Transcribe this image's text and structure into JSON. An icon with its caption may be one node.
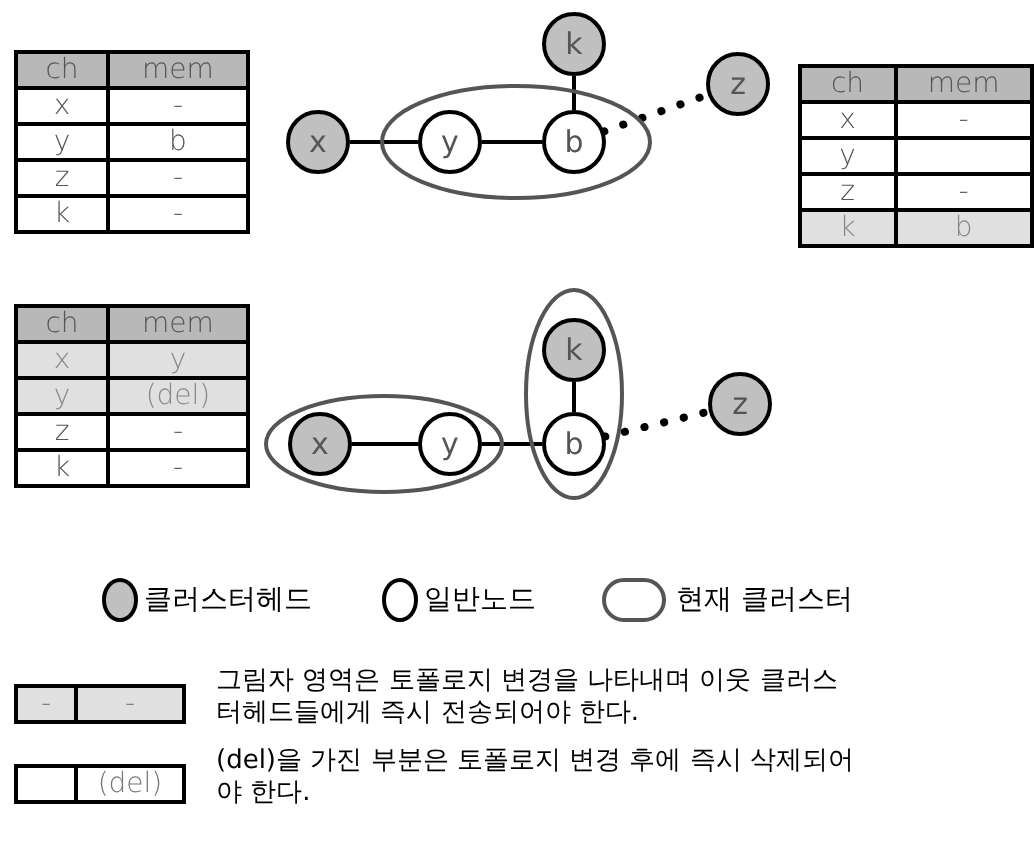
{
  "diagram": {
    "nodes": [
      {
        "text": [],
        "shape": "ellipse"
      },
      {
        "text": [
          "x"
        ]
      },
      {
        "text": [
          "y"
        ],
        "in": 0
      },
      {
        "text": [
          "b"
        ],
        "in": 0
      },
      {
        "text": [
          "k"
        ]
      },
      {
        "text": [
          "z"
        ]
      },
      {
        "text": [],
        "shape": "ellipse"
      },
      {
        "text": [
          "x"
        ],
        "in": 6
      },
      {
        "text": [
          "y"
        ],
        "in": 6
      },
      {
        "text": [],
        "shape": "ellipse"
      },
      {
        "text": [
          "k"
        ],
        "in": 9
      },
      {
        "text": [
          "b"
        ],
        "in": 9
      },
      {
        "text": [
          "z"
        ]
      }
    ],
    "edges": [
      {
        "from": 1,
        "to": 2,
        "arrow": "none"
      },
      {
        "from": 2,
        "to": 3,
        "arrow": "none"
      },
      {
        "from": 4,
        "to": 3,
        "arrow": "none"
      },
      {
        "from": 3,
        "to": 5,
        "arrow": "none",
        "style": "dashed"
      },
      {
        "from": 7,
        "to": 8,
        "arrow": "none"
      },
      {
        "from": 8,
        "to": 11,
        "arrow": "none"
      },
      {
        "from": 10,
        "to": 11,
        "arrow": "none"
      },
      {
        "from": 11,
        "to": 12,
        "arrow": "none",
        "style": "dashed"
      }
    ],
    "labels": [
      "ch",
      "mem",
      "x",
      "-",
      "y",
      "b",
      "z",
      "-",
      "k",
      "-",
      "ch",
      "mem",
      "x",
      "-",
      "y",
      "z",
      "-",
      "k",
      "b",
      "ch",
      "mem",
      "x",
      "y",
      "y",
      "(del)",
      "z",
      "-",
      "k",
      "-",
      "-",
      "-",
      "(del)"
    ],
    "legend": [
      {
        "text": "클러스터헤드"
      },
      {
        "text": "일반노드"
      },
      {
        "text": "현재 클러스터"
      },
      {
        "text": "그림자 영역은 토폴로지 변경을 나타내며 이웃 클러스터헤드들에게 즉시 전송되어야 한다.",
        "color": "#e0e0e0"
      },
      {
        "text": "(del)을 가진 부분은 토폴로지 변경 후에 즉시 삭제되어야 한다.",
        "color": "#ffffff"
      }
    ]
  }
}
